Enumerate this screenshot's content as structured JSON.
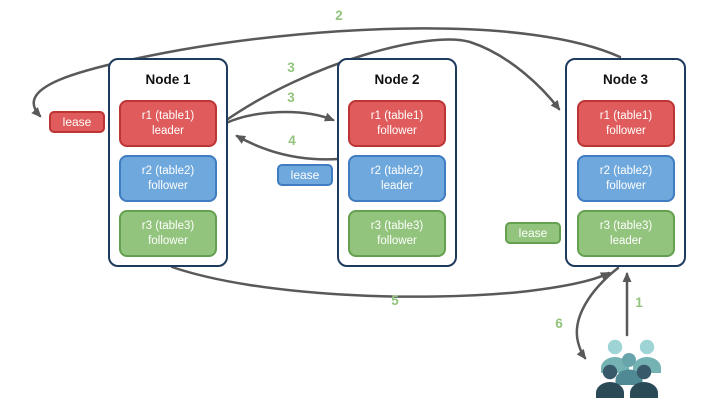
{
  "diagram": {
    "nodes": [
      {
        "title": "Node 1",
        "replicas": [
          {
            "name": "r1 (table1)",
            "role": "leader",
            "color": "red"
          },
          {
            "name": "r2 (table2)",
            "role": "follower",
            "color": "blue"
          },
          {
            "name": "r3 (table3)",
            "role": "follower",
            "color": "green"
          }
        ]
      },
      {
        "title": "Node 2",
        "replicas": [
          {
            "name": "r1 (table1)",
            "role": "follower",
            "color": "red"
          },
          {
            "name": "r2 (table2)",
            "role": "leader",
            "color": "blue"
          },
          {
            "name": "r3 (table3)",
            "role": "follower",
            "color": "green"
          }
        ]
      },
      {
        "title": "Node 3",
        "replicas": [
          {
            "name": "r1 (table1)",
            "role": "follower",
            "color": "red"
          },
          {
            "name": "r2 (table2)",
            "role": "follower",
            "color": "blue"
          },
          {
            "name": "r3 (table3)",
            "role": "leader",
            "color": "green"
          }
        ]
      }
    ],
    "leases": [
      {
        "label": "lease",
        "color": "red"
      },
      {
        "label": "lease",
        "color": "blue"
      },
      {
        "label": "lease",
        "color": "green"
      }
    ],
    "steps": {
      "step1": "1",
      "step2": "2",
      "step3_to_node3": "3",
      "step3_to_node2": "3",
      "step4": "4",
      "step5": "5",
      "step6": "6"
    },
    "colors": {
      "red_fill": "#e05c5c",
      "red_border": "#bd3434",
      "blue_fill": "#6fa8dc",
      "blue_border": "#3f7cc0",
      "green_fill": "#93c47d",
      "green_border": "#64a050",
      "node_border": "#1e3a5c",
      "arrow": "#595959",
      "step_label": "#93c47d",
      "people_light": "#9fd4d6",
      "people_mid": "#4f8a94",
      "people_dark": "#2b4a58"
    }
  }
}
